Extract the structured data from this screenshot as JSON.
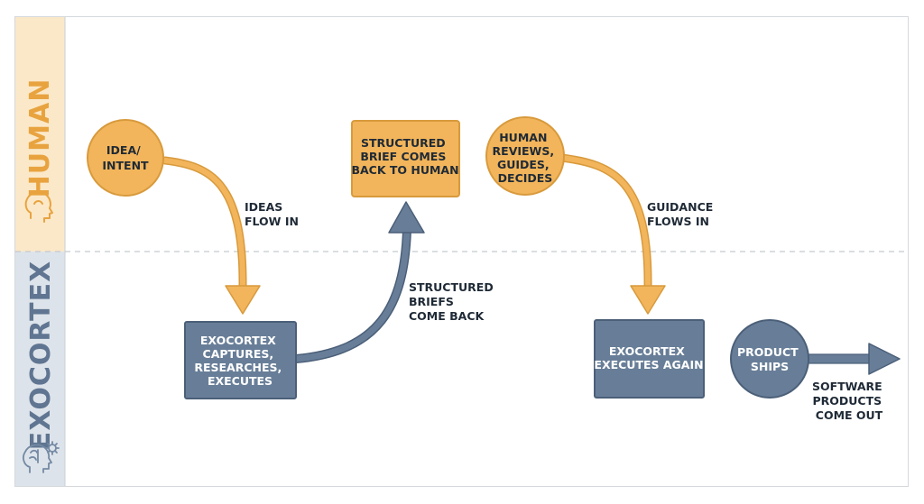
{
  "colors": {
    "human_fill": "#f2b55b",
    "human_stroke": "#d89a3c",
    "human_band": "#fbe8c8",
    "exo_fill": "#687e98",
    "exo_stroke": "#4b5f78",
    "exo_band": "#dde3ea",
    "arrow_orange": "#f2b55b",
    "arrow_blue": "#687e98",
    "text_dark": "#1f2a36",
    "band_text_human": "#e8a33f",
    "band_text_exo": "#5f7591"
  },
  "lanes": {
    "human": {
      "label": "HUMAN",
      "icon": "human-head-icon"
    },
    "exocortex": {
      "label": "EXOCORTEX",
      "icon": "brain-gear-icon"
    }
  },
  "nodes": {
    "idea": {
      "lines": [
        "IDEA/",
        "INTENT"
      ],
      "shape": "circle"
    },
    "capture": {
      "lines": [
        "EXOCORTEX",
        "CAPTURES,",
        "RESEARCHES,",
        "EXECUTES"
      ],
      "shape": "box"
    },
    "brief": {
      "lines": [
        "STRUCTURED",
        "BRIEF COMES",
        "BACK TO HUMAN"
      ],
      "shape": "box"
    },
    "review": {
      "lines": [
        "HUMAN",
        "REVIEWS,",
        "GUIDES,",
        "DECIDES"
      ],
      "shape": "circle"
    },
    "execute": {
      "lines": [
        "EXOCORTEX",
        "EXECUTES AGAIN"
      ],
      "shape": "box"
    },
    "ships": {
      "lines": [
        "PRODUCT",
        "SHIPS"
      ],
      "shape": "circle"
    }
  },
  "flows": {
    "ideas": {
      "lines": [
        "IDEAS",
        "FLOW IN"
      ]
    },
    "briefs": {
      "lines": [
        "STRUCTURED",
        "BRIEFS",
        "COME BACK"
      ]
    },
    "guidance": {
      "lines": [
        "GUIDANCE",
        "FLOWS IN"
      ]
    },
    "software": {
      "lines": [
        "SOFTWARE",
        "PRODUCTS",
        "COME OUT"
      ]
    }
  }
}
